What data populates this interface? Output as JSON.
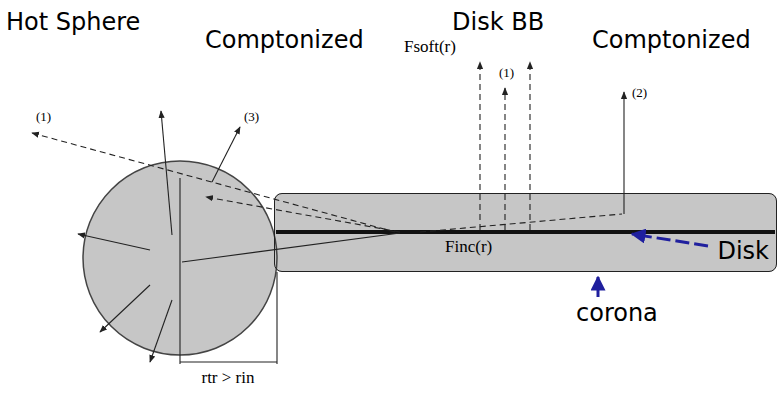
{
  "diagram": {
    "nodes": [
      {
        "text": [
          "Finc(r)"
        ]
      }
    ],
    "labels": [
      "Hot Sphere",
      "Comptonized",
      "Disk BB",
      "Comptonized",
      "Fsoft(r)",
      "(1)",
      "(1)",
      "(3)",
      "(2)",
      "Disk",
      "corona",
      "rtr > rin"
    ]
  }
}
